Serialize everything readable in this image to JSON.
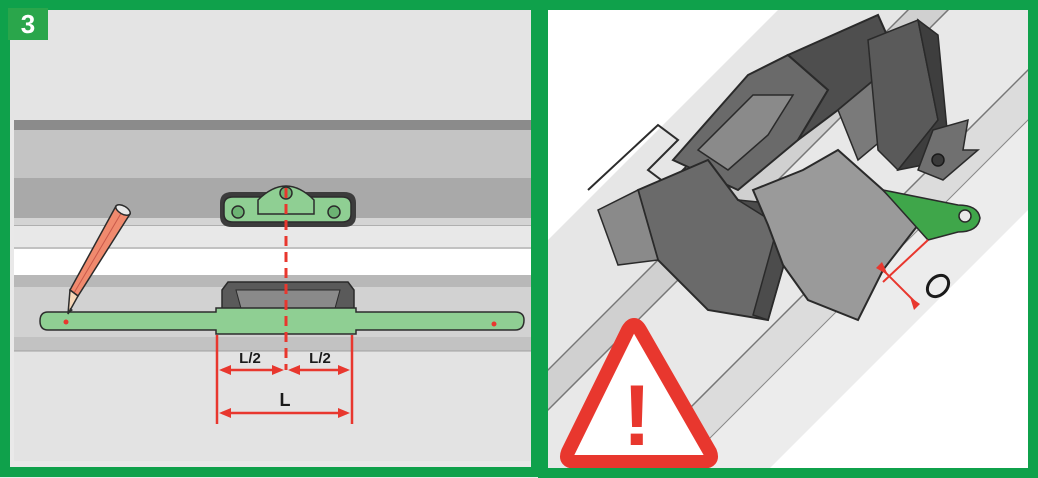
{
  "step": {
    "number": "3"
  },
  "left_panel": {
    "dimension_labels": {
      "half_left": "L/2",
      "half_right": "L/2",
      "full": "L"
    }
  },
  "right_panel": {
    "warning": {
      "glyph": "!"
    },
    "gap_indicator": {
      "symbol": "O"
    }
  },
  "colors": {
    "frame_green": "#0fa14b",
    "part_green": "#8fcf93",
    "dimension_red": "#e8372e",
    "warning_red": "#e8372e",
    "step_badge": "#2aa64b"
  }
}
